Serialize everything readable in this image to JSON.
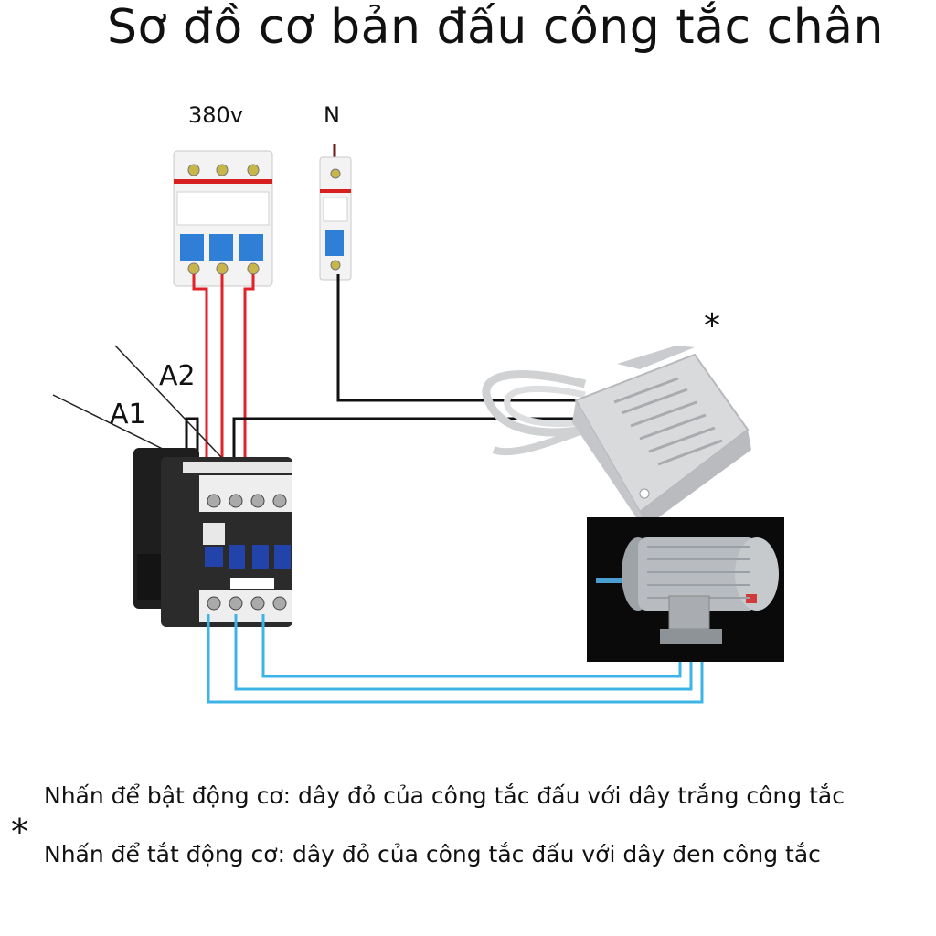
{
  "title": "Sơ đồ cơ bản đấu công tắc chân",
  "labels": {
    "voltage": "380v",
    "neutral": "N",
    "a2": "A2",
    "a1": "A1",
    "asterisk": "*"
  },
  "notes": {
    "asterisk": "*",
    "line1": "Nhấn để bật động cơ: dây đỏ của công tắc đấu với dây trắng công tắc",
    "line2": "Nhấn để tắt động cơ: dây đỏ của công tắc đấu với dây đen công tắc"
  },
  "colors": {
    "phase_wire": "#e0222a",
    "motor_wire": "#3cb4e6",
    "control_wire": "#111111",
    "breaker_body": "#f2f2f2",
    "breaker_lever": "#2f7fd6",
    "contactor_body": "#2b2b2b",
    "pedal_body": "#d9dadc",
    "motor_body": "#b8bcc0"
  }
}
